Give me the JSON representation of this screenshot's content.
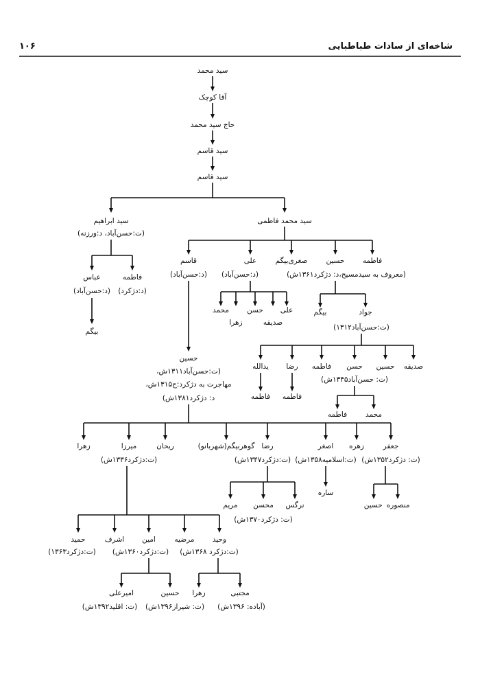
{
  "header": {
    "title": "شاخه‌ای از سادات طباطبایی",
    "page_number": "۱۰۶"
  },
  "nodes": [
    "سید محمد",
    "آقا کوچک",
    "حاج سید محمد",
    "سید قاسم",
    "سید قاسم",
    "سید ابراهیم",
    "(ت:حسن‌آباد، د:ورزنه)",
    "سید محمد فاطمی",
    "قاسم",
    "علی",
    "صغری‌بیگم",
    "حسین",
    "فاطمه",
    "(د:حسن‌آباد)",
    "(د:حسن‌آباد)",
    "(معروف به سیدمسیح،د: دژکرد۱۳۶۱ش)",
    "عباس",
    "فاطمه",
    "(د:حسن‌آباد)",
    "(د:دژکرد)",
    "بیگم",
    "محمد",
    "زهرا",
    "حسن",
    "صدیقه",
    "علی",
    "بیگم",
    "جواد",
    "(ت:حسن‌آباد۱۳۱۲)",
    "یدالله",
    "رضا",
    "فاطمه",
    "حسن",
    "حسین",
    "صدیقه",
    "(ت: حسن‌آباد۱۳۴۵ش)",
    "فاطمه",
    "فاطمه",
    "فاطمه",
    "محمد",
    "حسین",
    "(ت:حسن‌آباد۱۳۱۱ش،",
    "مهاجرت به دژکرد:ح۱۳۱۵ش،",
    "د: دژکرد۱۳۸۱ش)",
    "زهرا",
    "میرزا",
    "ریحان",
    "گوهربیگم(شهربانو)",
    "رضا",
    "اصغر",
    "زهره",
    "جعفر",
    "(ت:دژکرد۱۳۳۶ش)",
    "(ت:دژکرد۱۳۴۷ش)",
    "(ت:اسلامیه۱۳۵۸ش)",
    "(ت: دژکرد۱۳۵۲ش)",
    "ساره",
    "منصوره",
    "حسین",
    "مریم",
    "محسن",
    "نرگس",
    "(ت: دژکرد۱۳۷۰ش)",
    "حمید",
    "اشرف",
    "امین",
    "مرضیه",
    "وحید",
    "(ت:دژکرد۱۳۶۳)",
    "(ت:دژکرد۱۳۶۰ش)",
    "(ت:دژکرد ۱۳۶۸ش)",
    "امیرعلی",
    "حسین",
    "زهرا",
    "مجتبی",
    "(ت: اقلید۱۳۹۲ش)",
    "(ت: شیراز۱۳۹۶ش)",
    "(آباده: ۱۳۹۶ش)"
  ]
}
